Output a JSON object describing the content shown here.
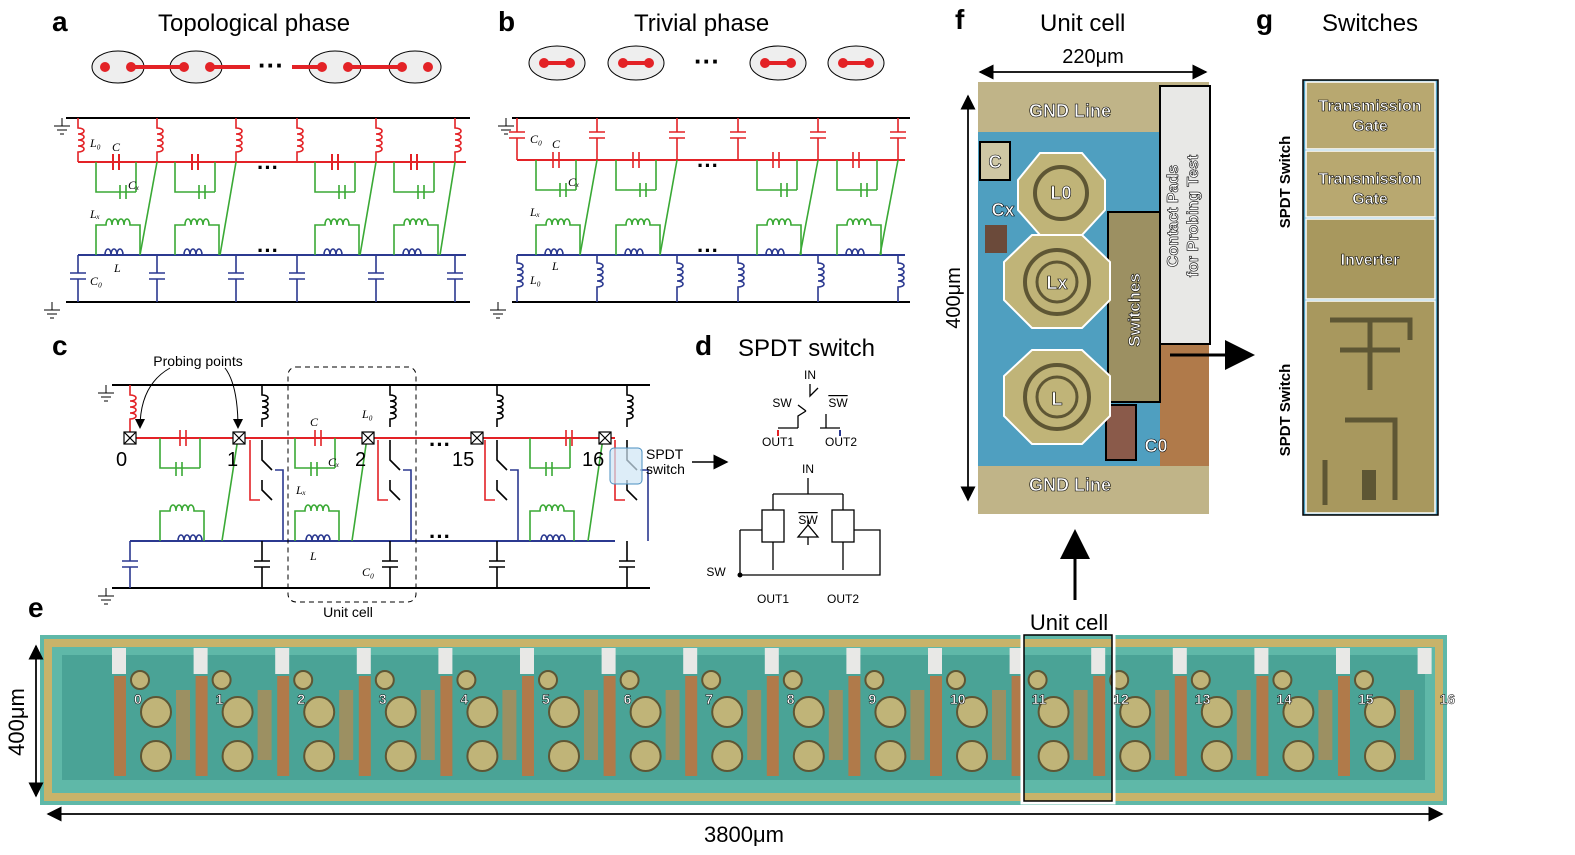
{
  "panels": {
    "a": {
      "letter": "a",
      "title": "Topological phase"
    },
    "b": {
      "letter": "b",
      "title": "Trivial phase"
    },
    "c": {
      "letter": "c",
      "title": ""
    },
    "d": {
      "letter": "d",
      "title": "SPDT switch"
    },
    "e": {
      "letter": "e",
      "title": ""
    },
    "f": {
      "letter": "f",
      "title": "Unit cell"
    },
    "g": {
      "letter": "g",
      "title": "Switches"
    }
  },
  "circuit_labels": {
    "L0": "L₀",
    "C": "C",
    "Cx": "Cₓ",
    "Lx": "Lₓ",
    "L": "L",
    "C0": "C₀"
  },
  "panel_c": {
    "probing_points": "Probing points",
    "unit_cell": "Unit cell",
    "spdt_label_1": "SPDT",
    "spdt_label_2": "switch",
    "nodes": [
      "0",
      "1",
      "2",
      "15",
      "16"
    ]
  },
  "panel_d": {
    "in": "IN",
    "sw": "SW",
    "sw_bar": "SW",
    "out1": "OUT1",
    "out2": "OUT2"
  },
  "panel_e": {
    "height": "400μm",
    "width": "3800μm",
    "unit_cell": "Unit cell",
    "nodes": [
      "0",
      "1",
      "2",
      "3",
      "4",
      "5",
      "6",
      "7",
      "8",
      "9",
      "10",
      "11",
      "12",
      "13",
      "14",
      "15",
      "16"
    ]
  },
  "panel_f": {
    "width": "220μm",
    "height": "400μm",
    "gnd_top": "GND Line",
    "gnd_bottom": "GND Line",
    "c": "C",
    "cx": "Cx",
    "l0": "L0",
    "lx": "Lx",
    "l": "L",
    "c0": "C0",
    "switches": "Switches",
    "contact_1": "Contact Pads",
    "contact_2": "for Probing Test"
  },
  "panel_g": {
    "tg1_1": "Transmission",
    "tg1_2": "Gate",
    "tg2_1": "Transmission",
    "tg2_2": "Gate",
    "inverter": "Inverter",
    "spdt_top": "SPDT Switch",
    "spdt_bottom": "SPDT Switch"
  },
  "colors": {
    "red": "#e32226",
    "green": "#3aa935",
    "blue": "#2b3990",
    "chip_teal": "#5fb8a8",
    "chip_copper": "#b07a4a",
    "chip_gold": "#c8b36a"
  }
}
